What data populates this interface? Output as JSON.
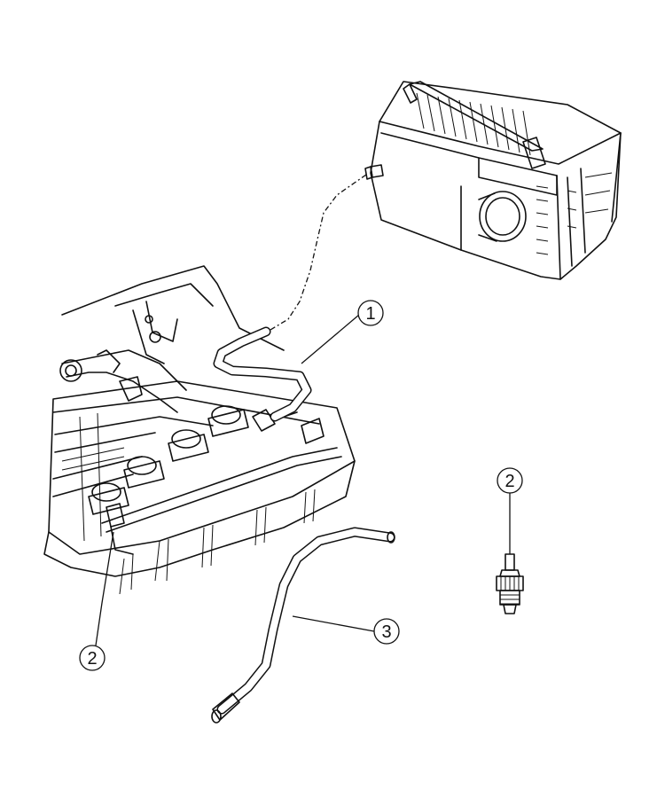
{
  "callouts": {
    "c1": "1",
    "c2_engine": "2",
    "c2_valve": "2",
    "c3": "3"
  }
}
